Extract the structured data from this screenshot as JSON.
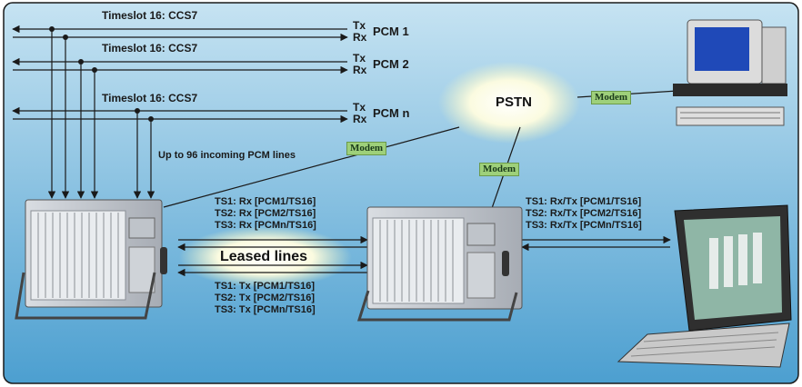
{
  "pcm_lines": [
    {
      "timeslot": "Timeslot 16: CCS7",
      "tx": "Tx",
      "rx": "Rx",
      "name": "PCM 1"
    },
    {
      "timeslot": "Timeslot 16: CCS7",
      "tx": "Tx",
      "rx": "Rx",
      "name": "PCM 2"
    },
    {
      "timeslot": "Timeslot 16: CCS7",
      "tx": "Tx",
      "rx": "Rx",
      "name": "PCM n"
    }
  ],
  "incoming_note": "Up to 96 incoming PCM lines",
  "pstn_label": "PSTN",
  "modem_label": "Modem",
  "leased_label": "Leased lines",
  "rx_assignments": [
    "TS1: Rx [PCM1/TS16]",
    "TS2: Rx [PCM2/TS16]",
    "TS3: Rx [PCMn/TS16]"
  ],
  "tx_assignments": [
    "TS1: Tx [PCM1/TS16]",
    "TS2: Tx [PCM2/TS16]",
    "TS3: Tx [PCMn/TS16]"
  ],
  "rxtx_assignments": [
    "TS1: Rx/Tx [PCM1/TS16]",
    "TS2: Rx/Tx [PCM2/TS16]",
    "TS3: Rx/Tx [PCMn/TS16]"
  ],
  "colors": {
    "background_top": "#b8dcef",
    "background_bottom": "#4fa3d3",
    "modem": "#9ed07a",
    "line": "#1a1a1a"
  }
}
